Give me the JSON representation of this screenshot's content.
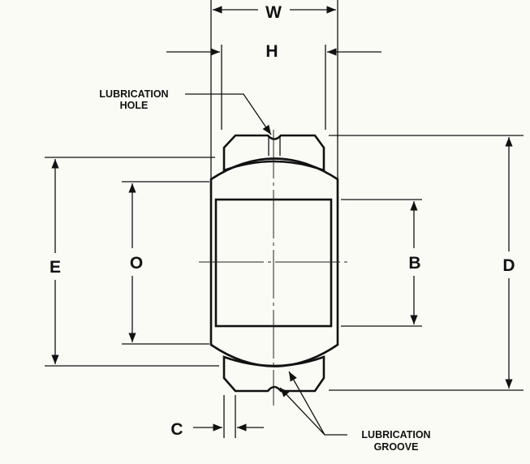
{
  "title": "Spherical bearing dimension diagram",
  "dimensions": {
    "W": "W",
    "H": "H",
    "E": "E",
    "O": "O",
    "B": "B",
    "D": "D",
    "C": "C"
  },
  "callouts": {
    "lubrication_hole": [
      "LUBRICATION",
      "HOLE"
    ],
    "lubrication_groove": [
      "LUBRICATION",
      "GROOVE"
    ]
  }
}
